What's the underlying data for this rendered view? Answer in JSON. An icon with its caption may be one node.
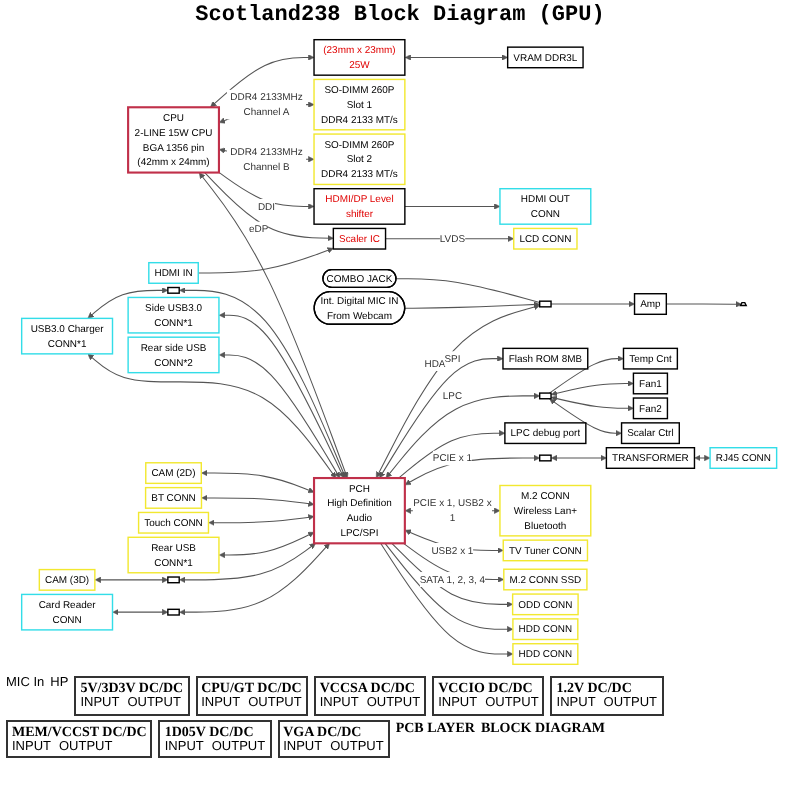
{
  "diagram": {
    "title": "Scotland238 Block Diagram (GPU)",
    "nodes": [
      {
        "text": [
          "VRAM DDR3L"
        ]
      },
      {
        "text": [
          "(23mm x 23mm) 25W"
        ]
      },
      {
        "text": [
          "CPU",
          "2-LINE 15W CPU BGA 1356 pin (42mm x 24mm)"
        ]
      },
      {
        "text": [
          "SO-DIMM 260P Slot 1",
          "DDR4 2133 MT/s"
        ]
      },
      {
        "text": [
          "SO-DIMM 260P Slot 2",
          "DDR4 2133 MT/s"
        ]
      },
      {
        "text": [
          "HDMI/DP Level shifter"
        ]
      },
      {
        "text": [
          "HDMI OUT CONN"
        ]
      },
      {
        "text": [
          "HDMI IN"
        ]
      },
      {
        "text": [
          "Scaler IC"
        ]
      },
      {
        "text": [
          "LCD CONN"
        ]
      },
      {
        "text": [
          "COMBO JACK"
        ]
      },
      {
        "text": [],
        "shape": "box"
      },
      {
        "text": [
          "Amp"
        ]
      },
      {
        "text": [],
        "shape": "speaker"
      },
      {
        "text": [
          "Int. Digital MIC IN From Webcam"
        ]
      },
      {
        "text": [
          "PCH",
          "High Definition Audio",
          "LPC/SPI"
        ]
      },
      {
        "text": [
          "USB3.0 Charger CONN*1"
        ]
      },
      {
        "text": [],
        "shape": "box"
      },
      {
        "text": [
          "Side USB3.0 CONN*1"
        ]
      },
      {
        "text": [
          "Rear side USB CONN*2"
        ]
      },
      {
        "text": [
          "CAM (3D)"
        ]
      },
      {
        "text": [],
        "shape": "box"
      },
      {
        "text": [
          "CAM (2D)"
        ]
      },
      {
        "text": [
          "BT CONN"
        ]
      },
      {
        "text": [
          "Touch CONN"
        ]
      },
      {
        "text": [
          "Rear USB CONN*1"
        ]
      },
      {
        "text": [
          "Card Reader CONN"
        ]
      },
      {
        "text": [],
        "shape": "box"
      },
      {
        "text": [
          "Flash ROM 8MB"
        ]
      },
      {
        "text": [],
        "shape": "box"
      },
      {
        "text": [
          "LPC debug port"
        ]
      },
      {
        "text": [
          "Temp Cnt"
        ]
      },
      {
        "text": [
          "Fan1"
        ]
      },
      {
        "text": [
          "Fan2"
        ]
      },
      {
        "text": [
          "Scalar Ctrl"
        ]
      },
      {
        "text": [],
        "shape": "box"
      },
      {
        "text": [
          "TRANSFORMER"
        ]
      },
      {
        "text": [
          "RJ45 CONN"
        ]
      },
      {
        "text": [
          "M.2 CONN",
          "Wireless Lan+ Bluetooth"
        ]
      },
      {
        "text": [
          "TV Tuner CONN"
        ]
      },
      {
        "text": [
          "M.2 CONN SSD"
        ]
      },
      {
        "text": [
          "ODD CONN"
        ]
      },
      {
        "text": [
          "HDD CONN"
        ]
      },
      {
        "text": [
          "HDD CONN"
        ]
      }
    ],
    "edges": [
      {
        "from": 1,
        "to": 0,
        "arrow": "both"
      },
      {
        "from": 2,
        "to": 1,
        "arrow": "both"
      },
      {
        "from": 2,
        "to": 3,
        "arrow": "both",
        "label": "DDR4 2133MHz Channel A"
      },
      {
        "from": 2,
        "to": 4,
        "arrow": "both",
        "label": "DDR4 2133MHz Channel B"
      },
      {
        "from": 2,
        "to": 5,
        "arrow": "to",
        "label": "DDI"
      },
      {
        "from": 5,
        "to": 6,
        "arrow": "to"
      },
      {
        "from": 2,
        "to": 8,
        "arrow": "to",
        "label": "eDP"
      },
      {
        "from": 7,
        "to": 8,
        "arrow": "to"
      },
      {
        "from": 8,
        "to": 9,
        "arrow": "to",
        "label": "LVDS"
      },
      {
        "from": 2,
        "to": 15,
        "arrow": "both"
      },
      {
        "from": 15,
        "to": 11,
        "arrow": "both",
        "label": "HDA"
      },
      {
        "from": 10,
        "to": 11,
        "arrow": "none"
      },
      {
        "from": 11,
        "to": 12,
        "arrow": "to"
      },
      {
        "from": 12,
        "to": 13,
        "arrow": "to"
      },
      {
        "from": 14,
        "to": 11,
        "arrow": "to"
      },
      {
        "from": 16,
        "to": 17,
        "arrow": "both"
      },
      {
        "from": 17,
        "to": 15,
        "arrow": "both"
      },
      {
        "from": 16,
        "to": 15,
        "arrow": "both"
      },
      {
        "from": 18,
        "to": 15,
        "arrow": "both"
      },
      {
        "from": 19,
        "to": 15,
        "arrow": "both"
      },
      {
        "from": 20,
        "to": 21,
        "arrow": "both"
      },
      {
        "from": 21,
        "to": 15,
        "arrow": "both"
      },
      {
        "from": 22,
        "to": 15,
        "arrow": "both"
      },
      {
        "from": 23,
        "to": 15,
        "arrow": "both"
      },
      {
        "from": 24,
        "to": 15,
        "arrow": "both"
      },
      {
        "from": 25,
        "to": 15,
        "arrow": "both"
      },
      {
        "from": 26,
        "to": 27,
        "arrow": "both"
      },
      {
        "from": 27,
        "to": 15,
        "arrow": "both"
      },
      {
        "from": 15,
        "to": 28,
        "arrow": "both",
        "label": "SPI"
      },
      {
        "from": 15,
        "to": 29,
        "arrow": "both",
        "label": "LPC"
      },
      {
        "from": 15,
        "to": 30,
        "arrow": "to"
      },
      {
        "from": 29,
        "to": 31,
        "arrow": "to"
      },
      {
        "from": 29,
        "to": 32,
        "arrow": "both"
      },
      {
        "from": 29,
        "to": 33,
        "arrow": "both"
      },
      {
        "from": 29,
        "to": 34,
        "arrow": "both"
      },
      {
        "from": 15,
        "to": 35,
        "arrow": "both",
        "label": "PCIE x 1"
      },
      {
        "from": 35,
        "to": 36,
        "arrow": "both"
      },
      {
        "from": 36,
        "to": 37,
        "arrow": "both"
      },
      {
        "from": 15,
        "to": 38,
        "arrow": "both",
        "label": "PCIE x 1, USB2 x 1"
      },
      {
        "from": 15,
        "to": 39,
        "arrow": "both",
        "label": "USB2 x 1"
      },
      {
        "from": 15,
        "to": 40,
        "arrow": "to",
        "label": "SATA 1, 2, 3, 4"
      },
      {
        "from": 15,
        "to": 41,
        "arrow": "to"
      },
      {
        "from": 15,
        "to": 42,
        "arrow": "to"
      },
      {
        "from": 15,
        "to": 43,
        "arrow": "to"
      }
    ],
    "labels": [
      "MIC In",
      "HP",
      "5V/3D3V DC/DC",
      "INPUT",
      "OUTPUT",
      "CPU/GT DC/DC",
      "INPUT",
      "OUTPUT",
      "VCCSA DC/DC",
      "INPUT",
      "OUTPUT",
      "VCCIO DC/DC",
      "INPUT",
      "OUTPUT",
      "1.2V DC/DC",
      "INPUT",
      "OUTPUT",
      "MEM/VCCST DC/DC",
      "INPUT",
      "OUTPUT",
      "1D05V DC/DC",
      "INPUT",
      "OUTPUT",
      "VGA DC/DC",
      "INPUT",
      "OUTPUT",
      "PCB LAYER",
      "BLOCK DIAGRAM"
    ]
  }
}
